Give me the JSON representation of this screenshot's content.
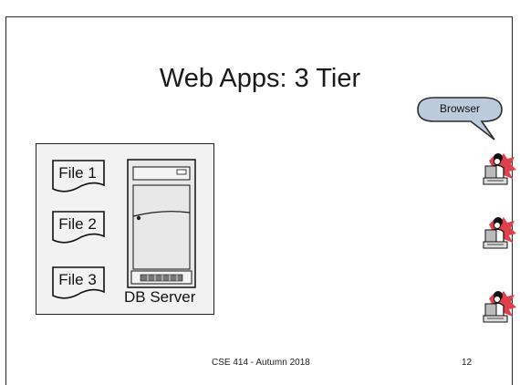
{
  "slide": {
    "title": "Web Apps: 3 Tier",
    "footer_center": "CSE 414 - Autumn 2018",
    "page_number": "12"
  },
  "db_box": {
    "files": [
      "File 1",
      "File 2",
      "File 3"
    ],
    "server_label": "DB Server"
  },
  "browser_bubble": {
    "label": "Browser"
  },
  "users": [
    "user-icon",
    "user-icon",
    "user-icon"
  ],
  "colors": {
    "box_fill": "#f2f2f2",
    "bubble_fill": "#bccbdc",
    "user_accent": "#e0404a"
  }
}
